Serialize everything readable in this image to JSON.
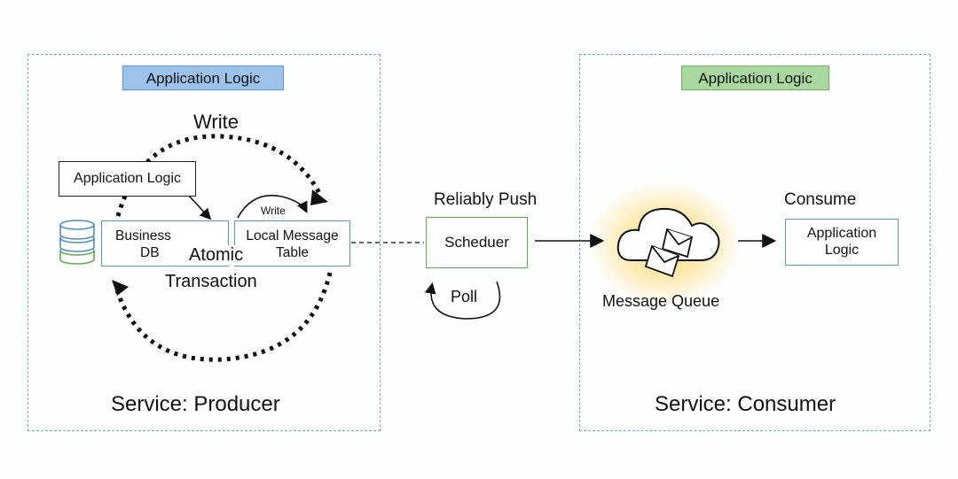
{
  "producer": {
    "title": "Service: Producer",
    "top_tag": "Application Logic",
    "write_label": "Write",
    "app_logic_box": "Application Logic",
    "business_db": {
      "line1": "Business",
      "line2": "DB"
    },
    "small_write_label": "Write",
    "local_message_table": {
      "line1": "Local Message",
      "line2": "Table"
    },
    "atomic_label": "Atomic",
    "transaction_label": "Transaction"
  },
  "middle": {
    "reliably_push_label": "Reliably Push",
    "scheduler_label": "Scheduer",
    "poll_label": "Poll"
  },
  "consumer": {
    "title": "Service: Consumer",
    "top_tag": "Application Logic",
    "message_queue_label": "Message Queue",
    "consume_label": "Consume",
    "app_logic_box": {
      "line1": "Application",
      "line2": "Logic"
    }
  },
  "colors": {
    "dashed_border": "#6fa8d6",
    "producer_tag_fill": "#9cc3ea",
    "consumer_tag_fill": "#a8d8a0",
    "box_blue": "#5b95cf",
    "box_green": "#5cae53",
    "glow": "#ffd25a"
  }
}
